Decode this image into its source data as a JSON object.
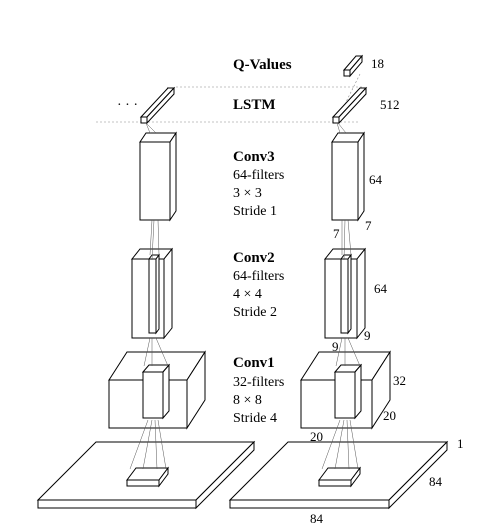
{
  "labels": {
    "qvalues": "Q-Values",
    "lstm": "LSTM",
    "ellipsis": "· · ·",
    "conv3": {
      "title": "Conv3",
      "filters": "64-filters",
      "kernel": "3 × 3",
      "stride": "Stride 1"
    },
    "conv2": {
      "title": "Conv2",
      "filters": "64-filters",
      "kernel": "4 × 4",
      "stride": "Stride 2"
    },
    "conv1": {
      "title": "Conv1",
      "filters": "32-filters",
      "kernel": "8 × 8",
      "stride": "Stride 4"
    }
  },
  "dimensions": {
    "qvalues_size": "18",
    "lstm_size": "512",
    "conv3_depth": "64",
    "conv3_h": "7",
    "conv3_w": "7",
    "conv2_depth": "64",
    "conv2_h": "9",
    "conv2_w": "9",
    "conv1_depth": "32",
    "conv1_h": "20",
    "conv1_w": "20",
    "input_depth": "1",
    "input_h": "84",
    "input_w": "84"
  }
}
